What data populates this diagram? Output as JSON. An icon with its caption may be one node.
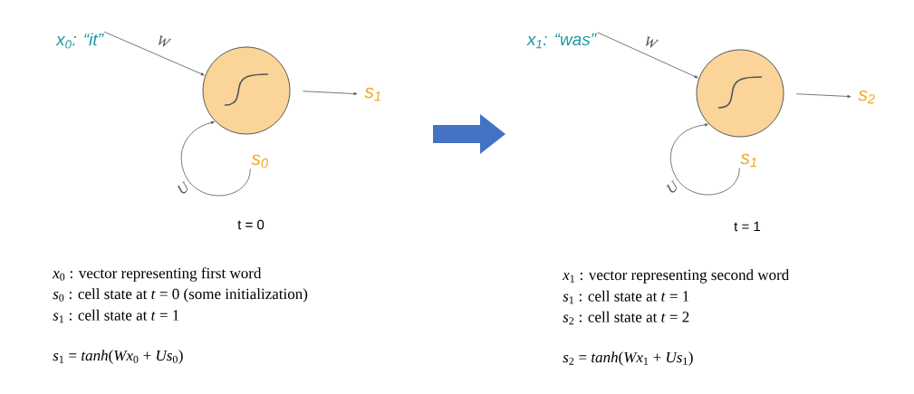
{
  "diagram": {
    "nodes": [
      {
        "text": [
          "x$_{0}$: “it”"
        ]
      },
      {
        "text": [],
        "shape": "circle"
      },
      {
        "text": [
          "s$_{1}$"
        ]
      },
      {
        "text": [
          "s$_{0}$"
        ]
      },
      {
        "text": [
          "x$_{1}$: “was”"
        ]
      },
      {
        "text": [],
        "shape": "circle"
      },
      {
        "text": [
          "s$_{2}$"
        ]
      },
      {
        "text": [
          "s$_{1}$"
        ]
      }
    ],
    "edges": [
      {
        "from": 0,
        "to": 1,
        "arrow": "to",
        "label": "W"
      },
      {
        "from": 3,
        "to": 1,
        "arrow": "to",
        "label": "U"
      },
      {
        "from": 1,
        "to": 2,
        "arrow": "to"
      },
      {
        "from": 4,
        "to": 5,
        "arrow": "to",
        "label": "W"
      },
      {
        "from": 7,
        "to": 5,
        "arrow": "to",
        "label": "U"
      },
      {
        "from": 5,
        "to": 6,
        "arrow": "to"
      }
    ],
    "labels": [
      "t = 0",
      "t = 1",
      "*x*$_{0}$ : vector representing first word",
      "*s*$_{0}$ : cell state at *t* = 0 (some initialization)",
      "*s*$_{1}$ : cell state at *t* = 1",
      "*s*$_{1}$ = *tanh*(*Wx*$_{0}$ + *Us*$_{0}$)",
      "*x*$_{1}$ : vector representing second word",
      "*s*$_{1}$ : cell state at *t* = 1",
      "*s*$_{2}$ : cell state at *t* = 2",
      "*s*$_{2}$ = *tanh*(*Wx*$_{1}$ + *Us*$_{1}$)"
    ]
  }
}
